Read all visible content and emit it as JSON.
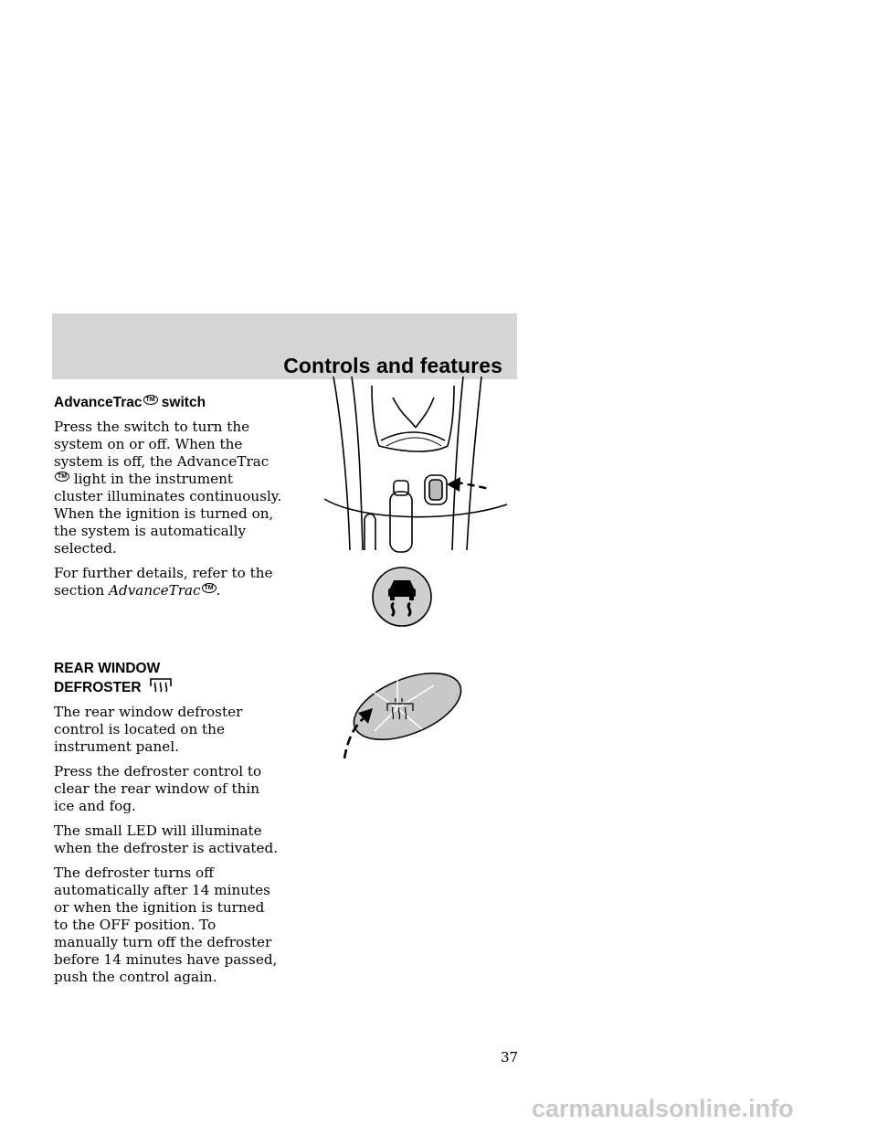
{
  "header": {
    "title": "Controls and features"
  },
  "advancetrac": {
    "heading_prefix": "AdvanceTrac",
    "heading_suffix": " switch",
    "tm_mark": "TM",
    "para1_a": "Press the switch to turn the system on or off. When the system is off, the AdvanceTrac",
    "para1_b": " light in the instrument cluster illuminates continuously. When the ignition is turned on, the system is automatically selected.",
    "para2_a": "For further details, refer to the section ",
    "para2_italic": "AdvanceTrac",
    "para2_end": "."
  },
  "defroster": {
    "heading_line1": "REAR WINDOW",
    "heading_line2": "DEFROSTER",
    "paragraphs": [
      "The rear window defroster control is located on the instrument panel.",
      "Press the defroster control to clear the rear window of thin ice and fog.",
      "The small LED will illuminate when the defroster is activated.",
      "The defroster turns off automatically after 14 minutes or when the ignition is turned to the OFF position. To manually turn off the defroster before 14 minutes have passed, push the control again."
    ]
  },
  "page_number": "37",
  "watermark": "carmanualsonline.info"
}
